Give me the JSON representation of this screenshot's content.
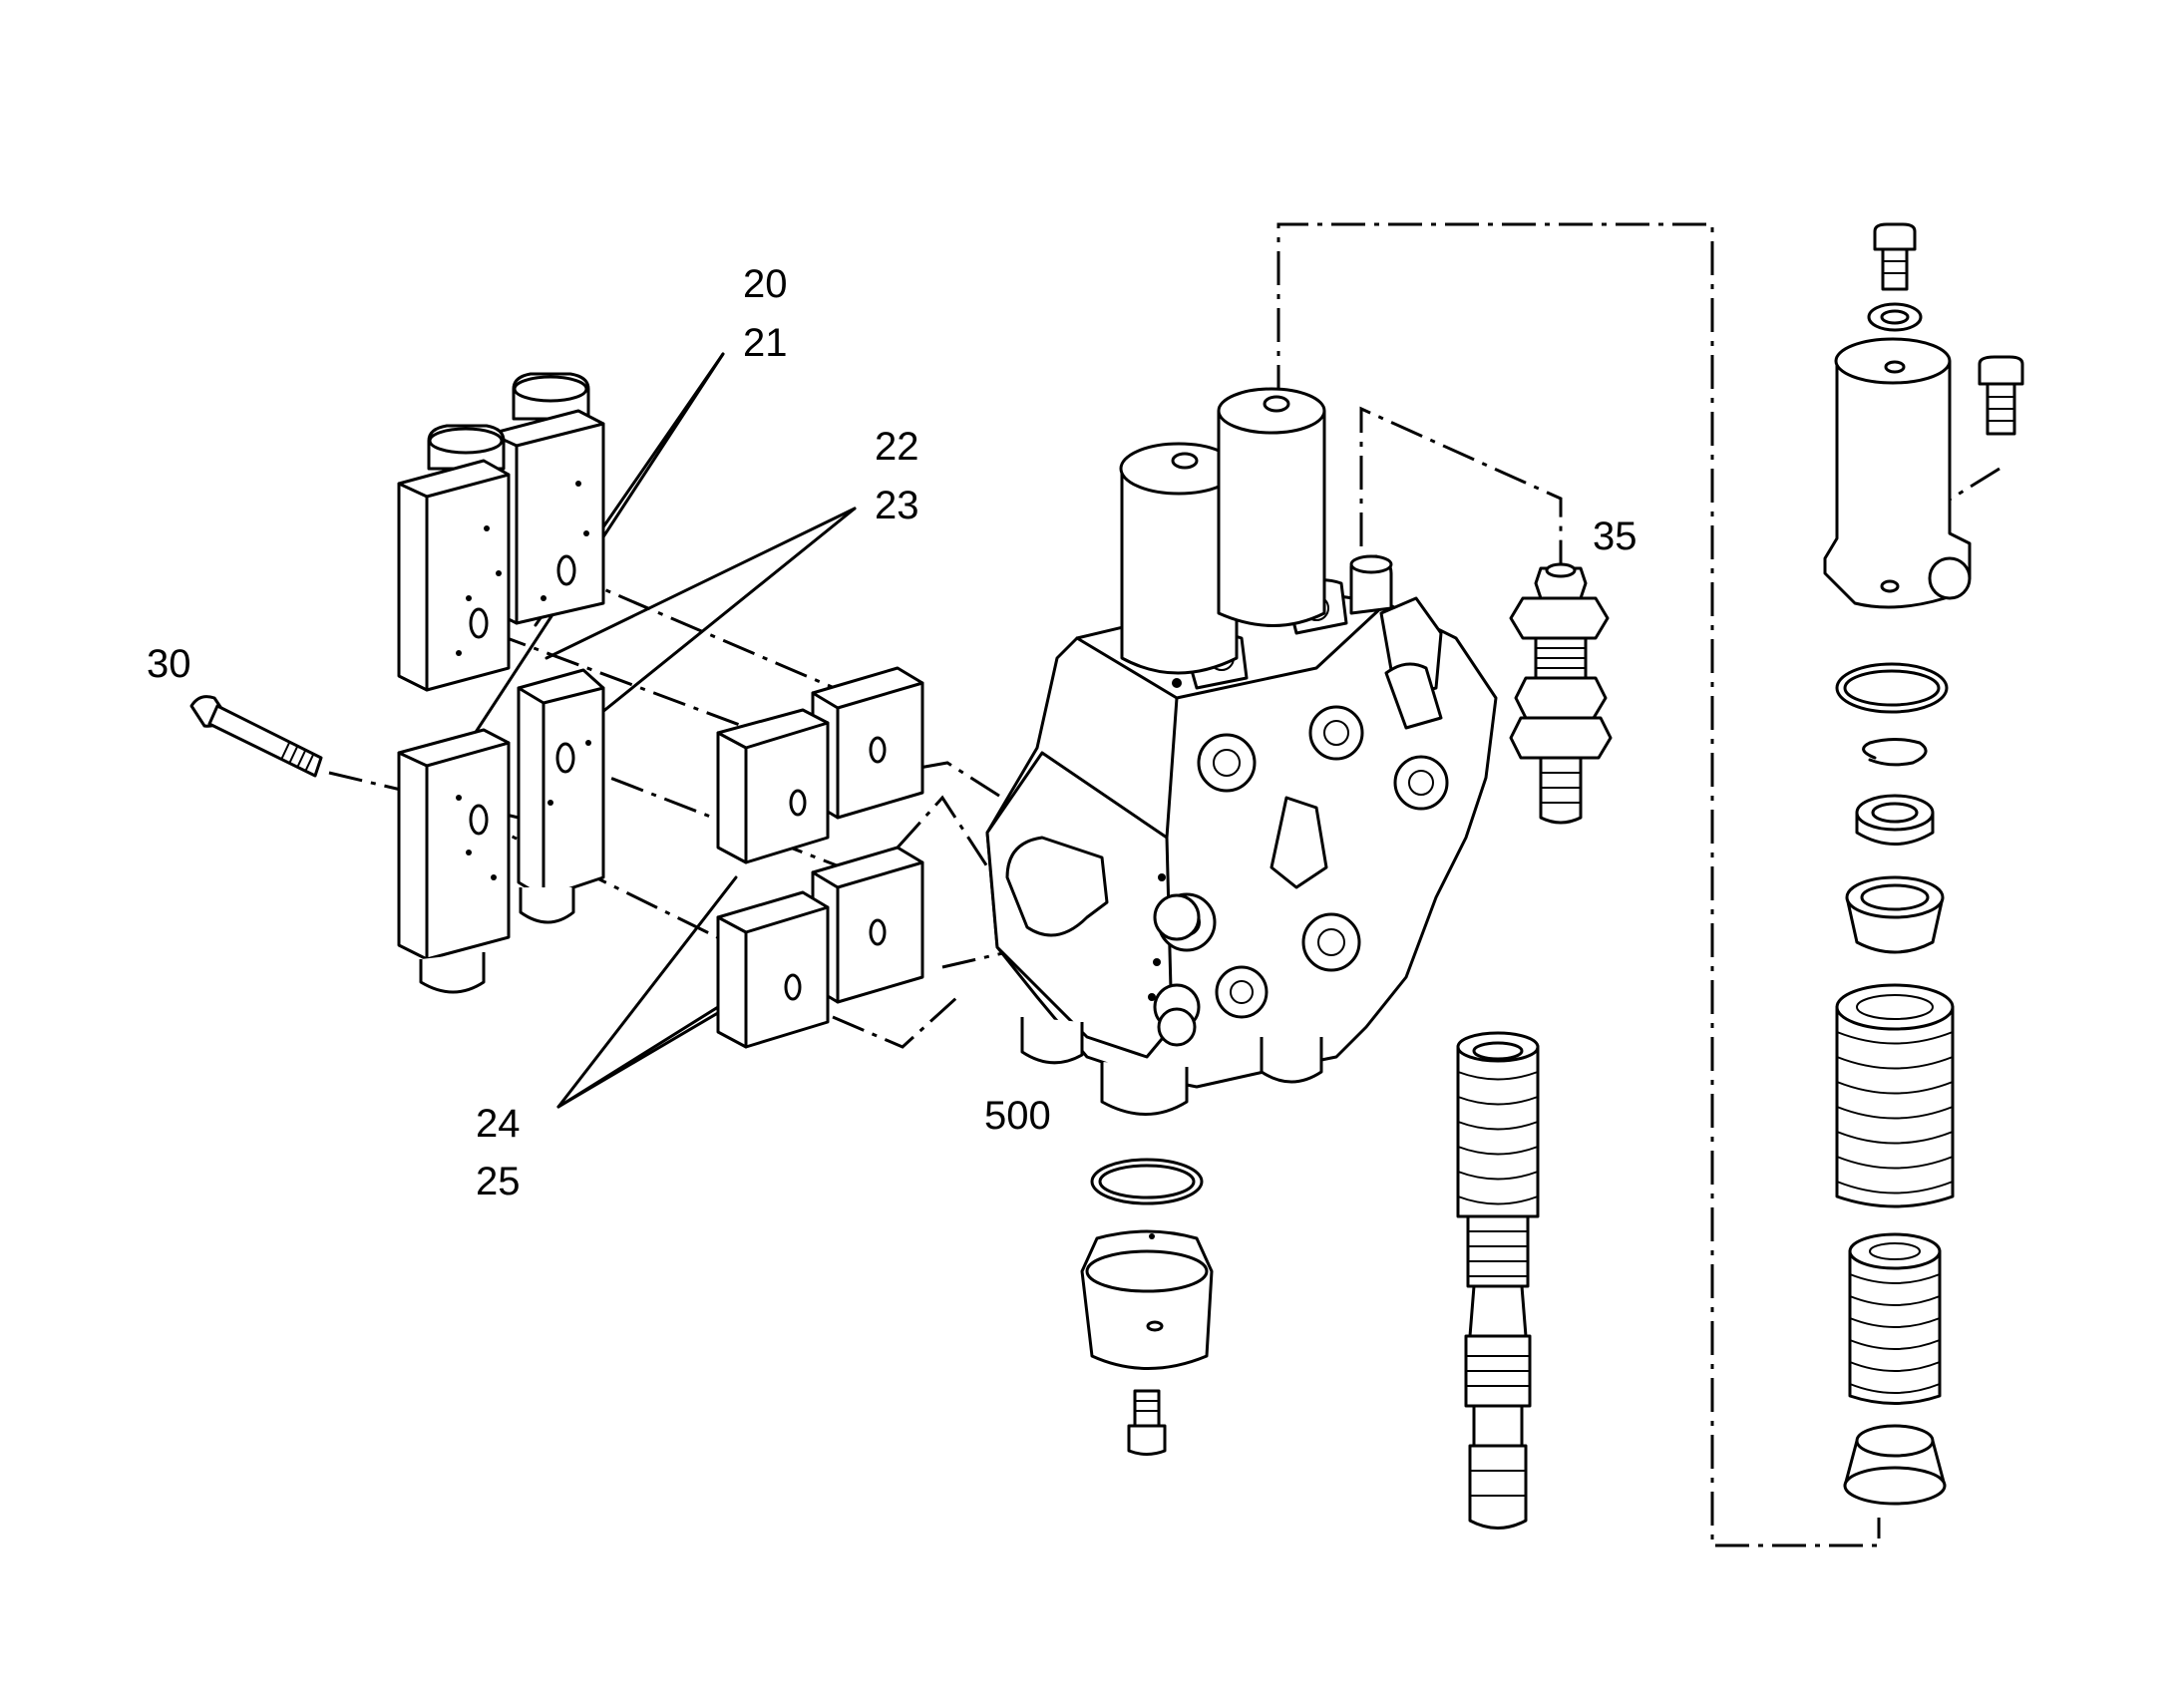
{
  "diagram": {
    "callouts": {
      "c20": "20",
      "c21": "21",
      "c22": "22",
      "c23": "23",
      "c24": "24",
      "c25": "25",
      "c30": "30",
      "c35": "35",
      "c500": "500"
    }
  }
}
